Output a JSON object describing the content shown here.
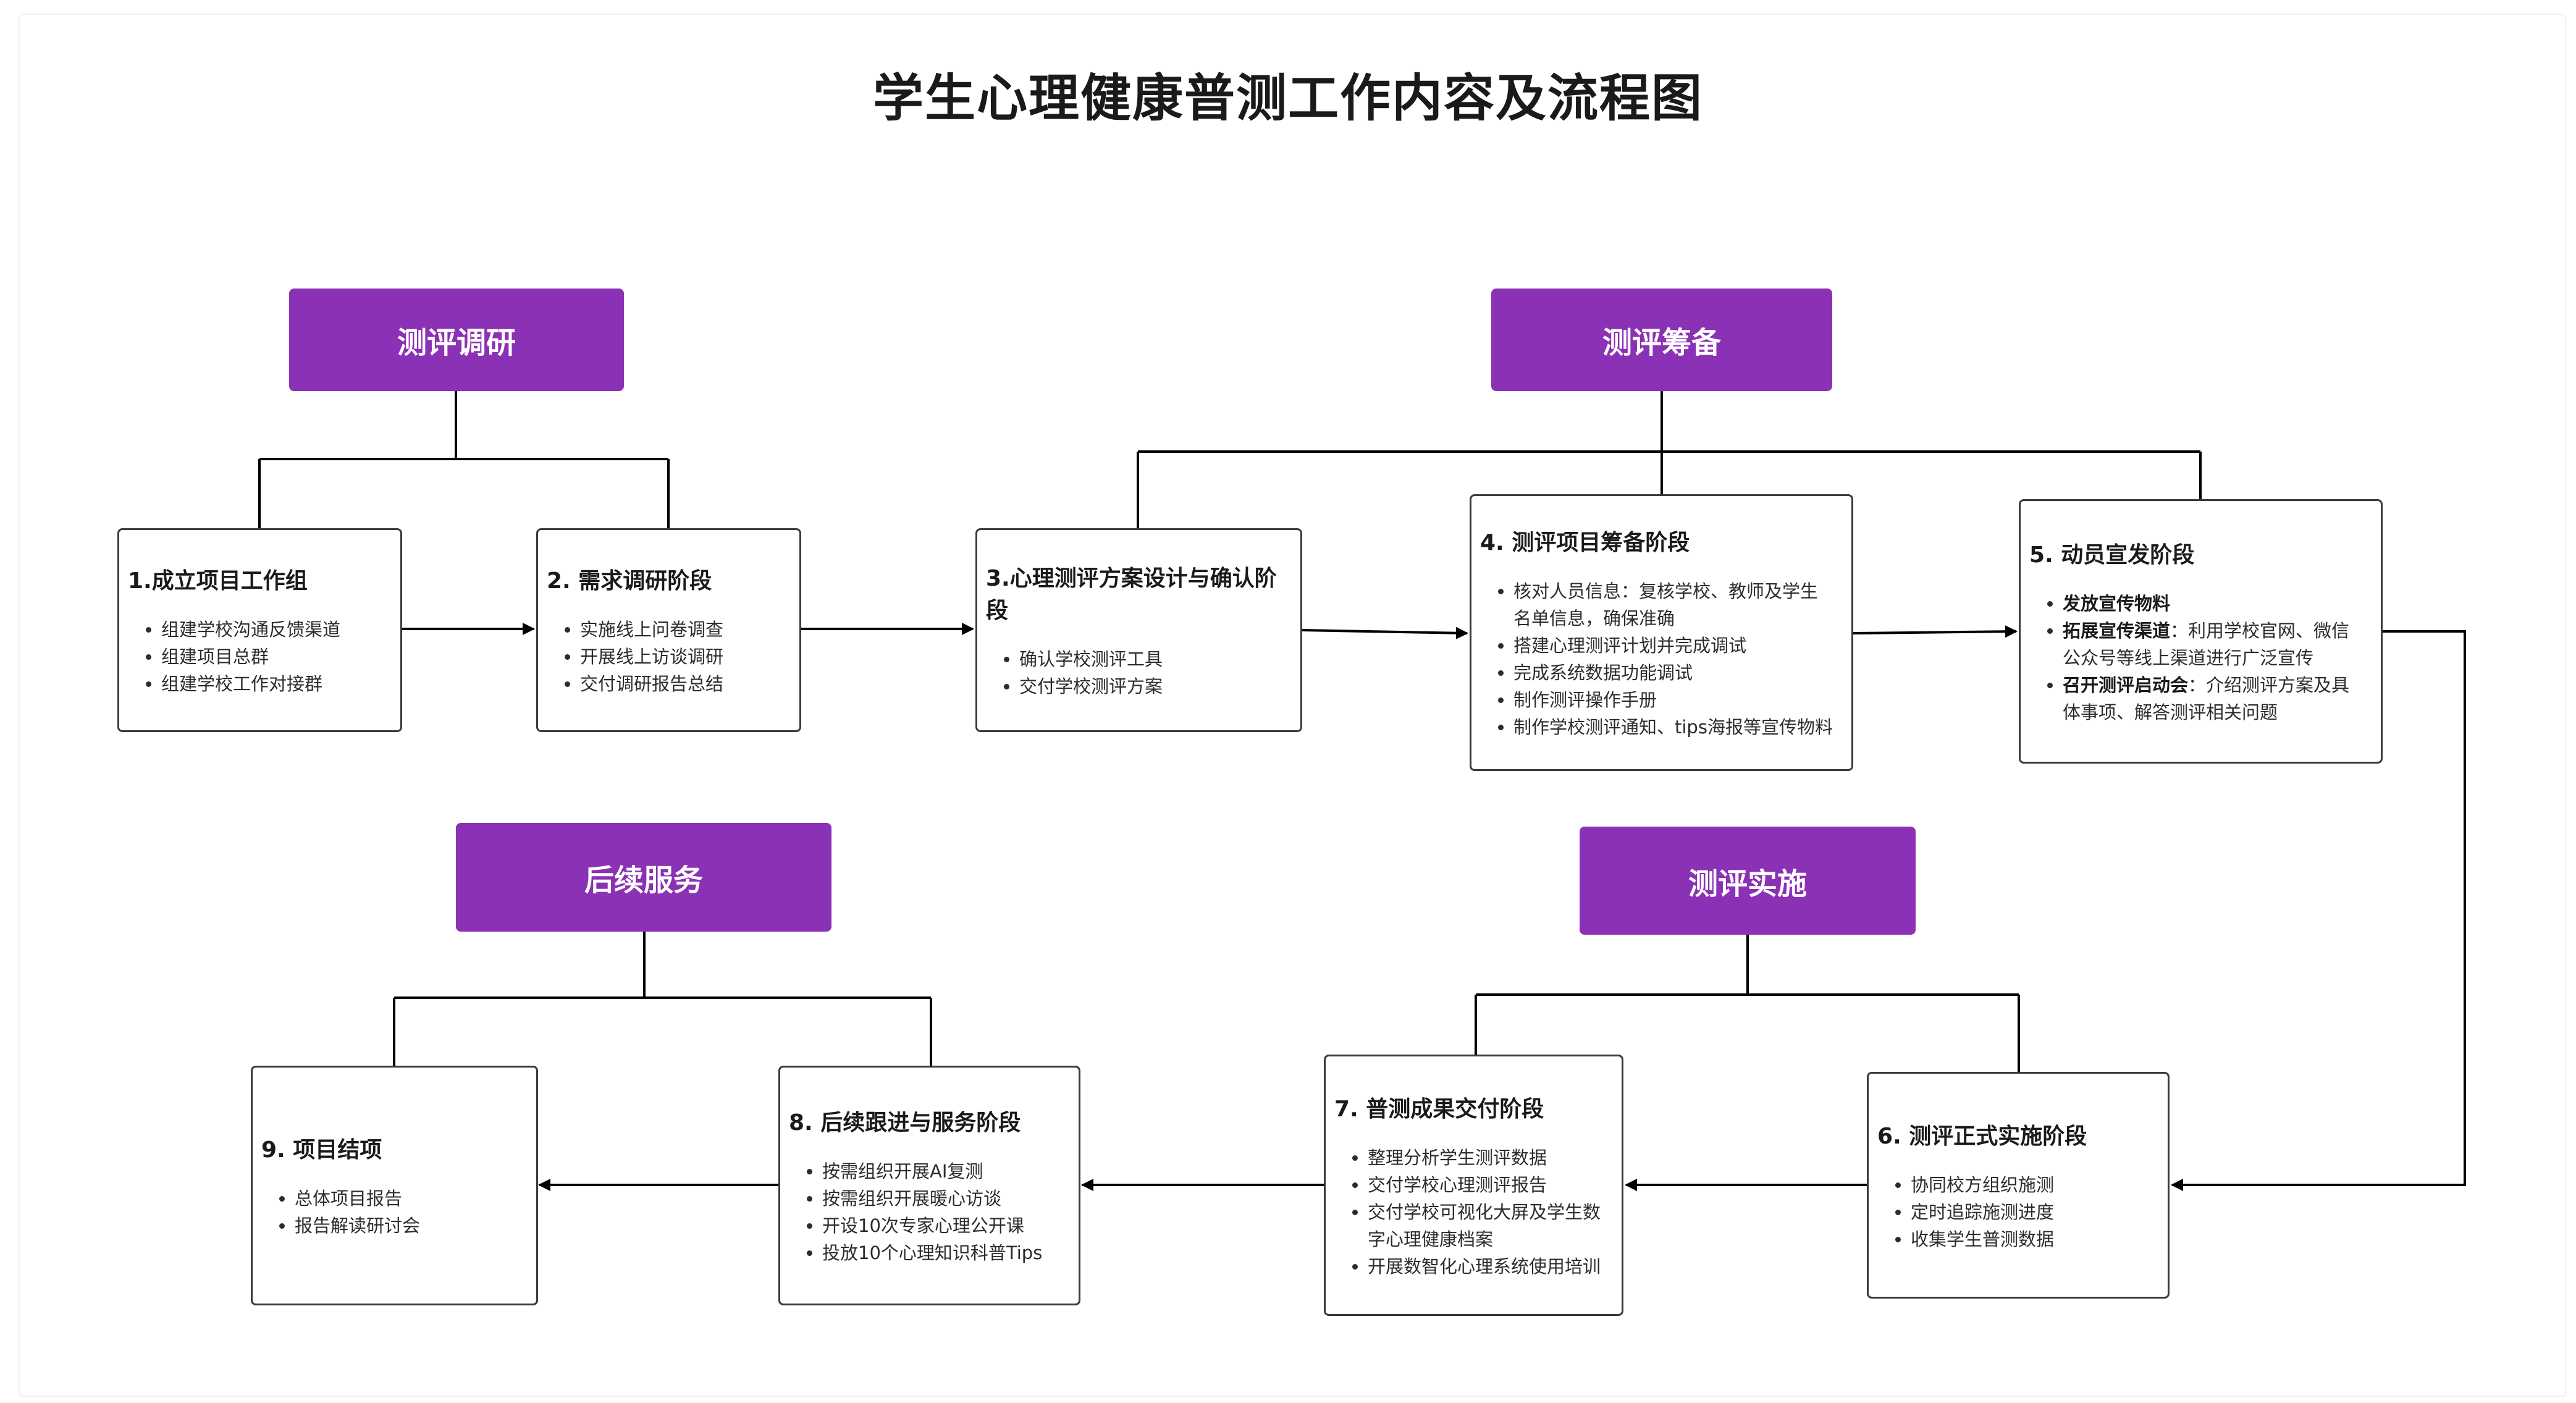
{
  "title": "学生心理健康普测工作内容及流程图",
  "colors": {
    "phase": "#8b31b5",
    "border": "#3a3a3a",
    "line": "#000000"
  },
  "phases": {
    "research": "测评调研",
    "prep": "测评筹备",
    "implement": "测评实施",
    "followup": "后续服务"
  },
  "steps": {
    "s1": {
      "title": "1.成立项目工作组",
      "items": [
        "组建学校沟通反馈渠道",
        "组建项目总群",
        "组建学校工作对接群"
      ]
    },
    "s2": {
      "title": "2. 需求调研阶段",
      "items": [
        "实施线上问卷调查",
        "开展线上访谈调研",
        "交付调研报告总结"
      ]
    },
    "s3": {
      "title": "3.心理测评方案设计与确认阶段",
      "items": [
        "确认学校测评工具",
        "交付学校测评方案"
      ]
    },
    "s4": {
      "title": "4. 测评项目筹备阶段",
      "items": [
        "核对人员信息：复核学校、教师及学生名单信息，确保准确",
        "搭建心理测评计划并完成调试",
        "完成系统数据功能调试",
        "制作测评操作手册",
        "制作学校测评通知、tips海报等宣传物料"
      ]
    },
    "s5": {
      "title": "5. 动员宣发阶段",
      "items": [
        {
          "bold": "发放宣传物料",
          "text": ""
        },
        {
          "bold": "拓展宣传渠道",
          "text": "：利用学校官网、微信公众号等线上渠道进行广泛宣传"
        },
        {
          "bold": "召开测评启动会",
          "text": "：介绍测评方案及具体事项、解答测评相关问题"
        }
      ]
    },
    "s6": {
      "title": "6. 测评正式实施阶段",
      "items": [
        "协同校方组织施测",
        "定时追踪施测进度",
        "收集学生普测数据"
      ]
    },
    "s7": {
      "title": "7. 普测成果交付阶段",
      "items": [
        "整理分析学生测评数据",
        "交付学校心理测评报告",
        "交付学校可视化大屏及学生数字心理健康档案",
        "开展数智化心理系统使用培训"
      ]
    },
    "s8": {
      "title": "8. 后续跟进与服务阶段",
      "items": [
        "按需组织开展AI复测",
        "按需组织开展暖心访谈",
        "开设10次专家心理公开课",
        "投放10个心理知识科普Tips"
      ]
    },
    "s9": {
      "title": "9. 项目结项",
      "items": [
        "总体项目报告",
        "报告解读研讨会"
      ]
    }
  }
}
